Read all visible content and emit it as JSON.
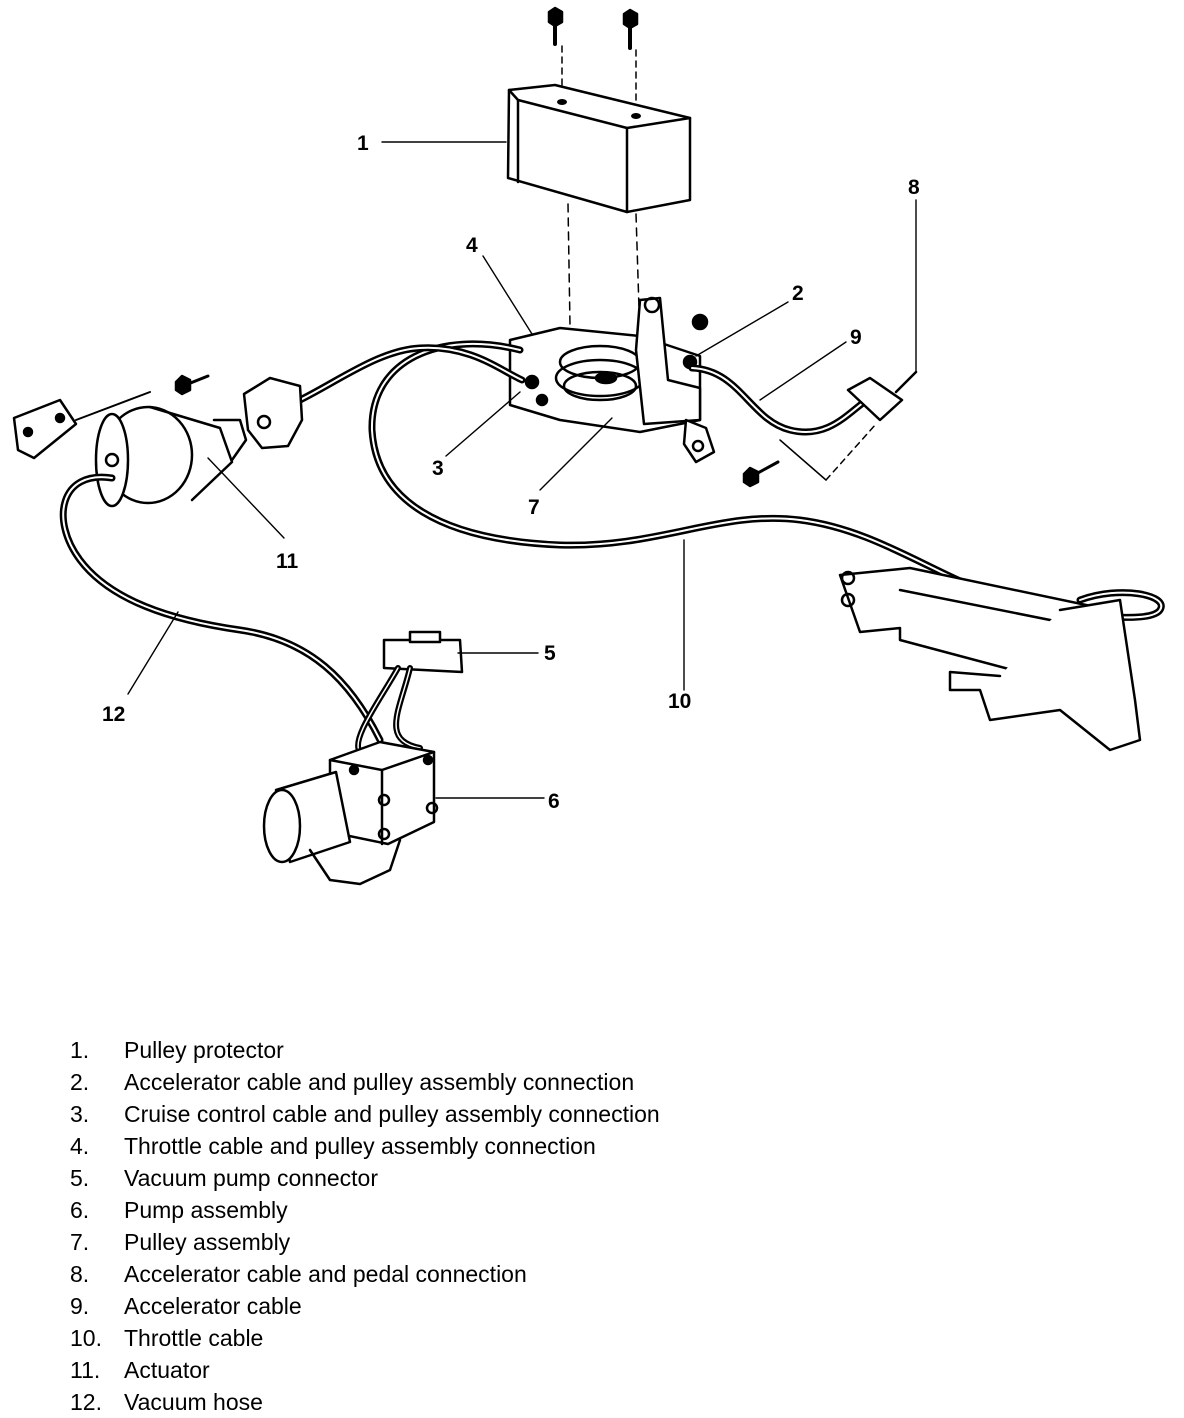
{
  "callouts": {
    "c1": "1",
    "c2": "2",
    "c3": "3",
    "c4": "4",
    "c5": "5",
    "c6": "6",
    "c7": "7",
    "c8": "8",
    "c9": "9",
    "c10": "10",
    "c11": "11",
    "c12": "12"
  },
  "legend": [
    {
      "num": "1.",
      "label": "Pulley protector"
    },
    {
      "num": "2.",
      "label": "Accelerator cable and pulley assembly connection"
    },
    {
      "num": "3.",
      "label": "Cruise control cable and pulley assembly connection"
    },
    {
      "num": "4.",
      "label": "Throttle cable and pulley assembly connection"
    },
    {
      "num": "5.",
      "label": "Vacuum pump connector"
    },
    {
      "num": "6.",
      "label": "Pump assembly"
    },
    {
      "num": "7.",
      "label": "Pulley assembly"
    },
    {
      "num": "8.",
      "label": "Accelerator cable and pedal connection"
    },
    {
      "num": "9.",
      "label": "Accelerator cable"
    },
    {
      "num": "10.",
      "label": "Throttle cable"
    },
    {
      "num": "11.",
      "label": "Actuator"
    },
    {
      "num": "12.",
      "label": "Vacuum hose"
    }
  ]
}
